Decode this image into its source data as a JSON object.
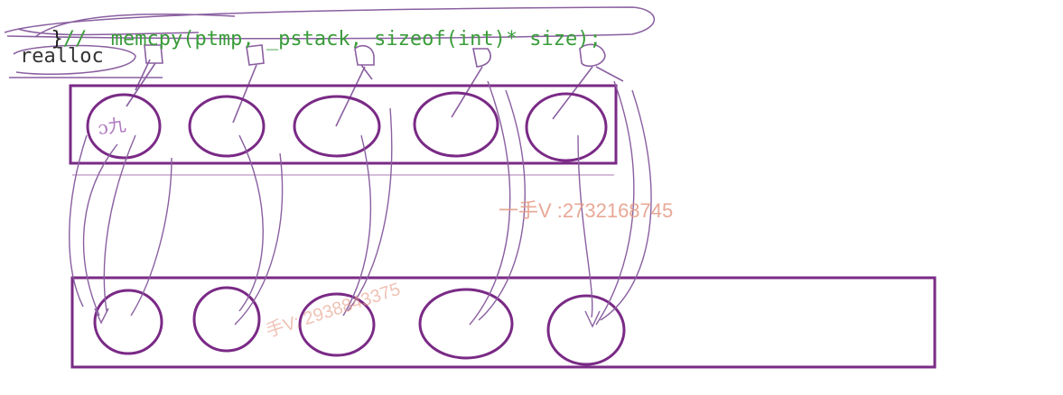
{
  "code": {
    "brace": "}",
    "comment": "//  memcpy(ptmp, _pstack, sizeof(int)* size);"
  },
  "label": {
    "realloc": "realloc"
  },
  "annotation": {
    "scribble": "ɔ九"
  },
  "watermarks": {
    "top": "一手V :2732168745",
    "bottom": "手V: 2938843375"
  },
  "colors": {
    "array_stroke": "#7a2a86",
    "pointer_stroke": "#8a5fa0",
    "code_green": "#3a9c3a",
    "watermark": "#e59a85"
  },
  "diagram": {
    "top_array_elements": 5,
    "bottom_array_elements": 5
  }
}
